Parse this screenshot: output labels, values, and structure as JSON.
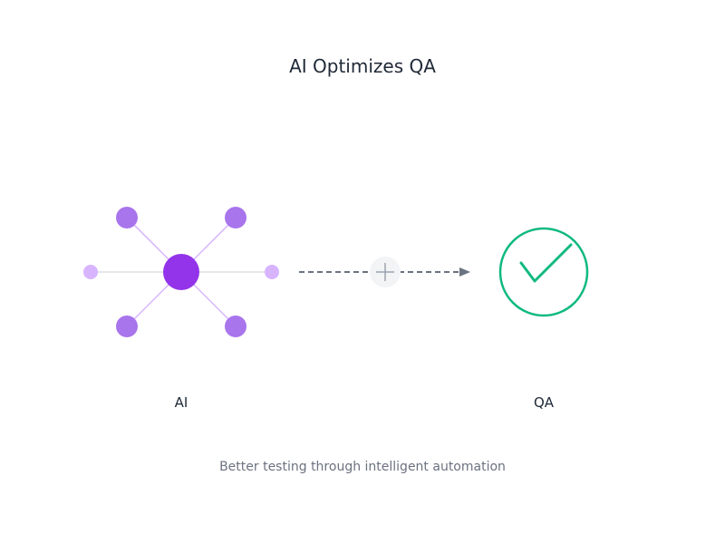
{
  "title": "AI Optimizes QA",
  "nodes": {
    "ai": {
      "label": "AI",
      "icon": "neural-network-icon",
      "color": "#9333ea"
    },
    "qa": {
      "label": "QA",
      "icon": "checkmark-circle-icon",
      "color": "#10b981"
    }
  },
  "connector": {
    "icon": "plus-icon",
    "style": "dashed-arrow",
    "color": "#6b7280"
  },
  "caption": "Better testing through intelligent automation"
}
